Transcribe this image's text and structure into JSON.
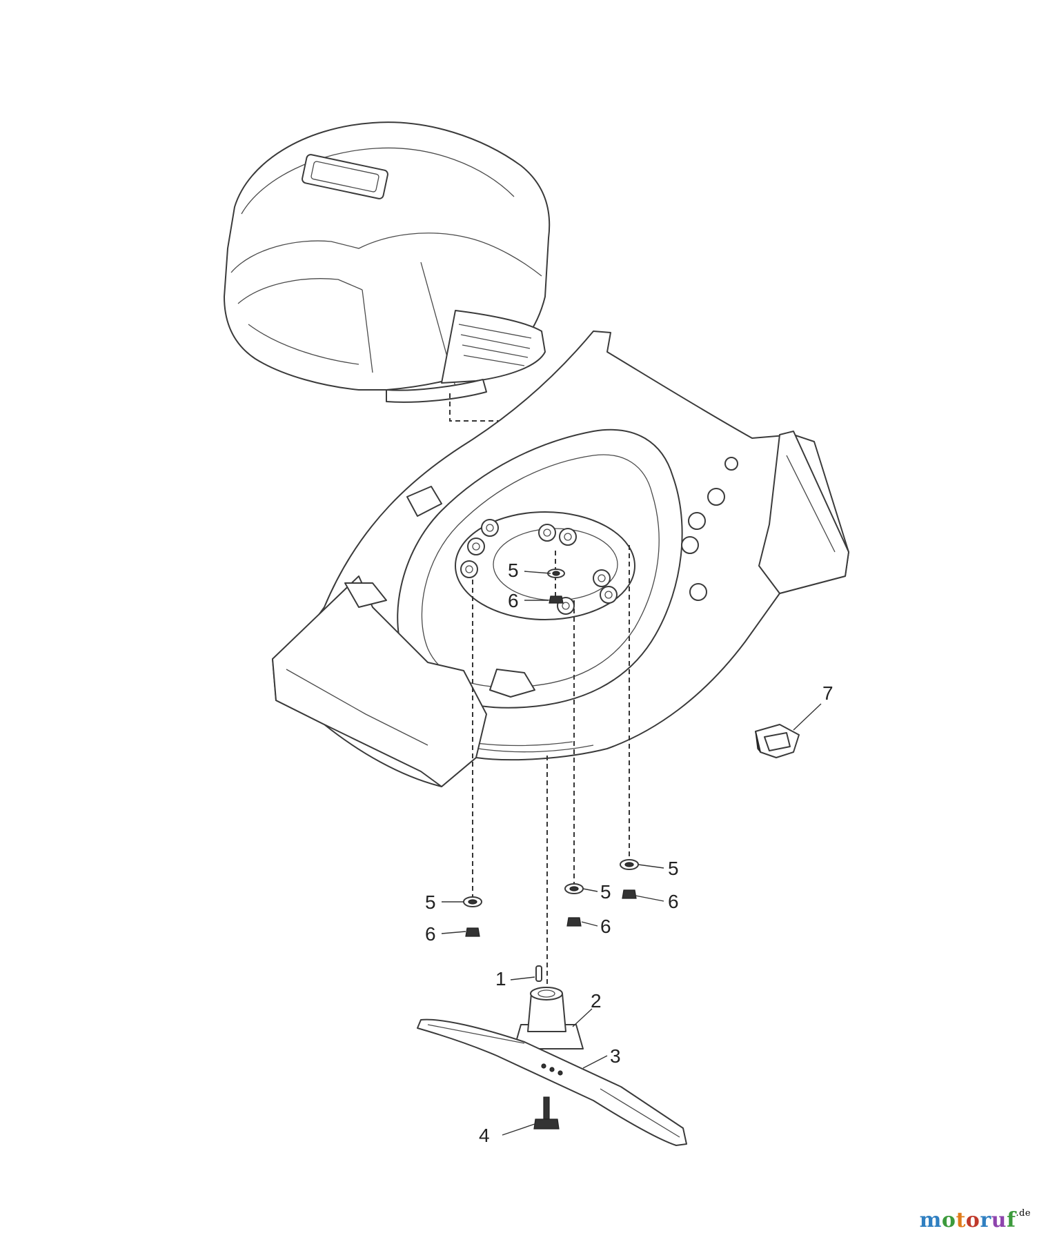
{
  "diagram": {
    "callouts": [
      {
        "id": "c5-top",
        "label": "5"
      },
      {
        "id": "c6-top",
        "label": "6"
      },
      {
        "id": "c7",
        "label": "7"
      },
      {
        "id": "c5-right-a",
        "label": "5"
      },
      {
        "id": "c6-right",
        "label": "6"
      },
      {
        "id": "c5-mid",
        "label": "5"
      },
      {
        "id": "c6-mid",
        "label": "6"
      },
      {
        "id": "c5-left",
        "label": "5"
      },
      {
        "id": "c6-left",
        "label": "6"
      },
      {
        "id": "c1",
        "label": "1"
      },
      {
        "id": "c2",
        "label": "2"
      },
      {
        "id": "c3",
        "label": "3"
      },
      {
        "id": "c4",
        "label": "4"
      }
    ]
  },
  "watermark": {
    "text": "motoruf",
    "suffix": ".de",
    "letter_colors": [
      "#2f7fc1",
      "#3c9a3c",
      "#e07b1a",
      "#c0392b",
      "#2f7fc1",
      "#8e44ad",
      "#3c9a3c"
    ]
  }
}
